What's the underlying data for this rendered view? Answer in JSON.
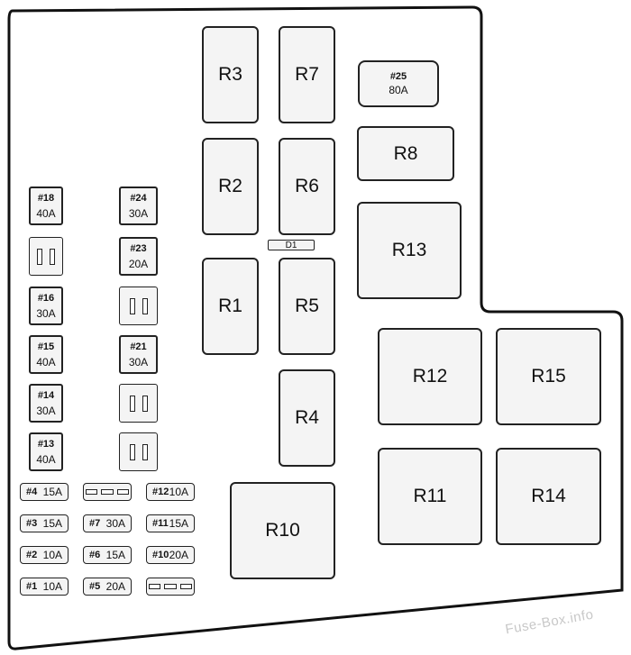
{
  "relays": [
    {
      "id": "R3",
      "label": "R3"
    },
    {
      "id": "R7",
      "label": "R7"
    },
    {
      "id": "R2",
      "label": "R2"
    },
    {
      "id": "R6",
      "label": "R6"
    },
    {
      "id": "R1",
      "label": "R1"
    },
    {
      "id": "R5",
      "label": "R5"
    },
    {
      "id": "R4",
      "label": "R4"
    },
    {
      "id": "R10",
      "label": "R10"
    },
    {
      "id": "R8",
      "label": "R8"
    },
    {
      "id": "R13",
      "label": "R13"
    },
    {
      "id": "R12",
      "label": "R12"
    },
    {
      "id": "R15",
      "label": "R15"
    },
    {
      "id": "R11",
      "label": "R11"
    },
    {
      "id": "R14",
      "label": "R14"
    }
  ],
  "diode": {
    "label": "D1"
  },
  "fuse25": {
    "number": "#25",
    "amps": "80A"
  },
  "left_fuses": [
    {
      "number": "#18",
      "amps": "40A"
    },
    {
      "number": "#16",
      "amps": "30A"
    },
    {
      "number": "#15",
      "amps": "40A"
    },
    {
      "number": "#14",
      "amps": "30A"
    },
    {
      "number": "#13",
      "amps": "40A"
    }
  ],
  "mid_fuses": [
    {
      "number": "#24",
      "amps": "30A"
    },
    {
      "number": "#23",
      "amps": "20A"
    },
    {
      "number": "#21",
      "amps": "30A"
    }
  ],
  "mini_fuses": [
    {
      "number": "#4",
      "amps": "15A"
    },
    {
      "number": "#12",
      "amps": "10A"
    },
    {
      "number": "#3",
      "amps": "15A"
    },
    {
      "number": "#7",
      "amps": "30A"
    },
    {
      "number": "#11",
      "amps": "15A"
    },
    {
      "number": "#2",
      "amps": "10A"
    },
    {
      "number": "#6",
      "amps": "15A"
    },
    {
      "number": "#10",
      "amps": "20A"
    },
    {
      "number": "#1",
      "amps": "10A"
    },
    {
      "number": "#5",
      "amps": "20A"
    }
  ],
  "watermark": "Fuse-Box.info"
}
